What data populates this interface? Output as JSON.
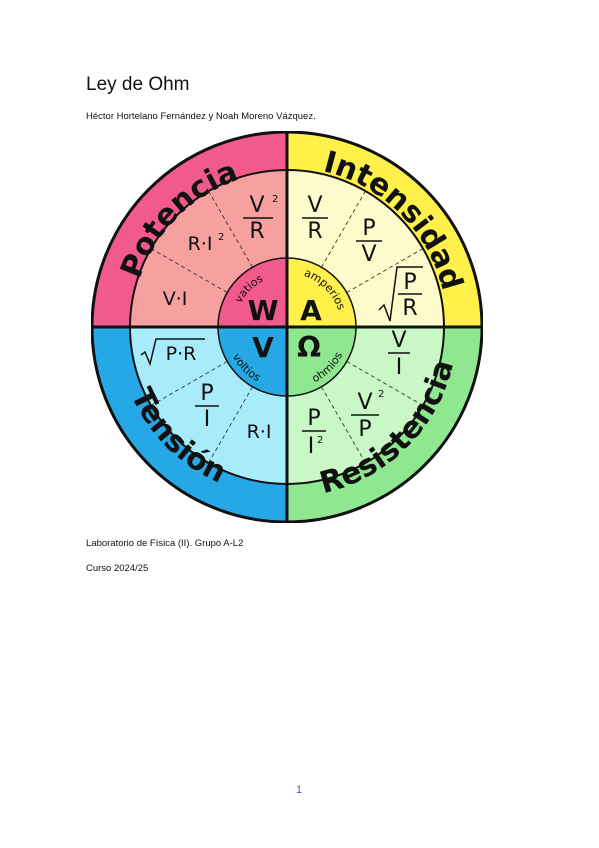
{
  "document": {
    "title": "Ley de Ohm",
    "authors": "Héctor Hortelano Fernández y Noah Moreno Vázquez.",
    "lab_line": "Laboratorio de Física (II). Grupo A-L2",
    "course_line": "Curso 2024/25",
    "page_number": "1"
  },
  "wheel": {
    "quadrants": [
      {
        "label": "Potencia",
        "symbol": "W",
        "unit": "vatios",
        "outer_color": "#f15a8a",
        "inner_color": "#f7a0a0"
      },
      {
        "label": "Intensidad",
        "symbol": "A",
        "unit": "amperios",
        "outer_color": "#fff04a",
        "inner_color": "#fdfacb"
      },
      {
        "label": "Tensión",
        "symbol": "V",
        "unit": "voltios",
        "outer_color": "#27a8e6",
        "inner_color": "#a8ecfc"
      },
      {
        "label": "Resistencia",
        "symbol": "Ω",
        "unit": "ohmios",
        "outer_color": "#8fe88f",
        "inner_color": "#c9f7c6"
      }
    ],
    "formulas": {
      "potencia_vi": "V·I",
      "potencia_ri2": "R·I",
      "tension_ri": "R·I",
      "tension_sqrt": "P·R",
      "generic_v": "V",
      "generic_r": "R",
      "generic_p": "P",
      "generic_i": "I",
      "superscript_2": "2"
    }
  }
}
